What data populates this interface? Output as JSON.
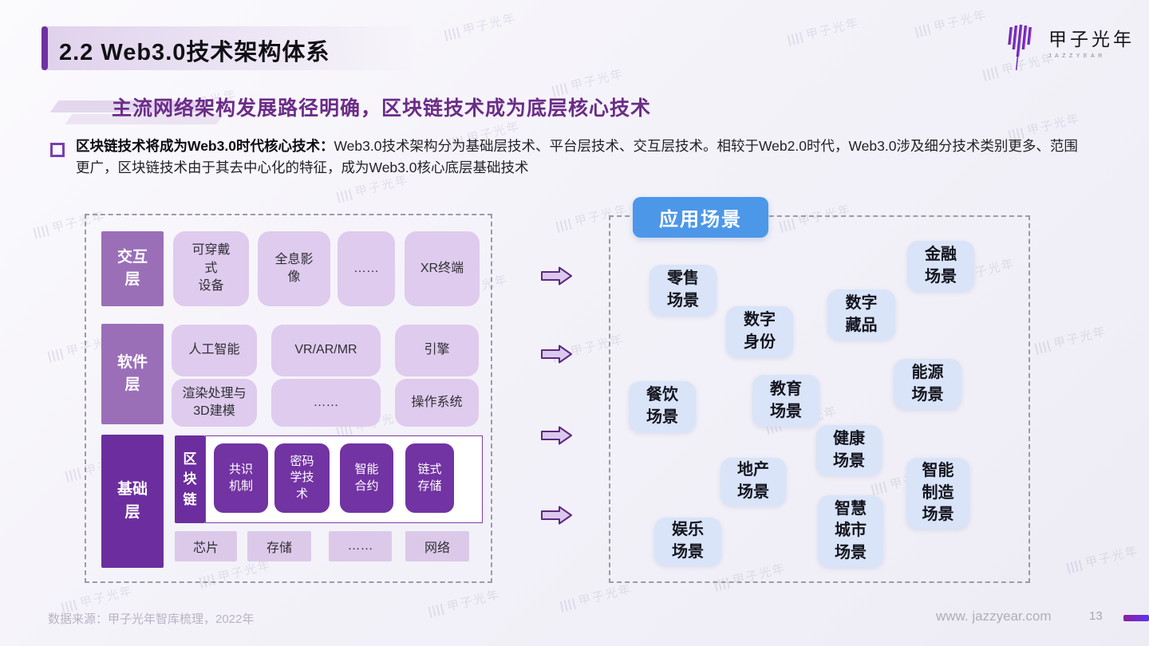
{
  "header": {
    "title": "2.2 Web3.0技术架构体系",
    "subtitle": "主流网络架构发展路径明确，区块链技术成为底层核心技术"
  },
  "logo": {
    "name": "甲子光年",
    "sub": "JAZZYEAR"
  },
  "watermark": {
    "text": "甲子光年"
  },
  "body": {
    "lead_bold": "区块链技术将成为Web3.0时代核心技术：",
    "text": "Web3.0技术架构分为基础层技术、平台层技术、交互层技术。相较于Web2.0时代，Web3.0涉及细分技术类别更多、范围更广，区块链技术由于其去中心化的特征，成为Web3.0核心底层基础技术"
  },
  "architecture": {
    "interaction": {
      "label": "交互\n层",
      "items": [
        "可穿戴\n式\n设备",
        "全息影\n像",
        "……",
        "XR终端"
      ]
    },
    "software": {
      "label": "软件\n层",
      "items": [
        "人工智能",
        "VR/AR/MR",
        "引擎",
        "渲染处理与\n3D建模",
        "……",
        "操作系统"
      ]
    },
    "foundation": {
      "label": "基础\n层",
      "blockchain_label": "区\n块\n链",
      "blockchain_items": [
        "共识\n机制",
        "密码\n学技\n术",
        "智能\n合约",
        "链式\n存储"
      ],
      "items": [
        "芯片",
        "存储",
        "……",
        "网络"
      ]
    }
  },
  "scenarios": {
    "header": "应用场景",
    "items": [
      "零售\n场景",
      "数字\n身份",
      "金融\n场景",
      "数字\n藏品",
      "能源\n场景",
      "餐饮\n场景",
      "教育\n场景",
      "健康\n场景",
      "地产\n场景",
      "智能\n制造\n场景",
      "智慧\n城市\n场景",
      "娱乐\n场景"
    ]
  },
  "footer": {
    "source": "数据来源：甲子光年智库梳理，2022年",
    "website": "www. jazzyear.com",
    "page_number": "13"
  },
  "colors": {
    "accent": "#7030A0",
    "layer_medium": "#9A6FB8",
    "layer_dark": "#6C2E9E",
    "item_light": "#DFCBEE",
    "scenario_header_blue": "#4D97E9",
    "scenario_bubble_blue": "#D9E4F8",
    "subtitle_purple": "#6B2C87"
  }
}
